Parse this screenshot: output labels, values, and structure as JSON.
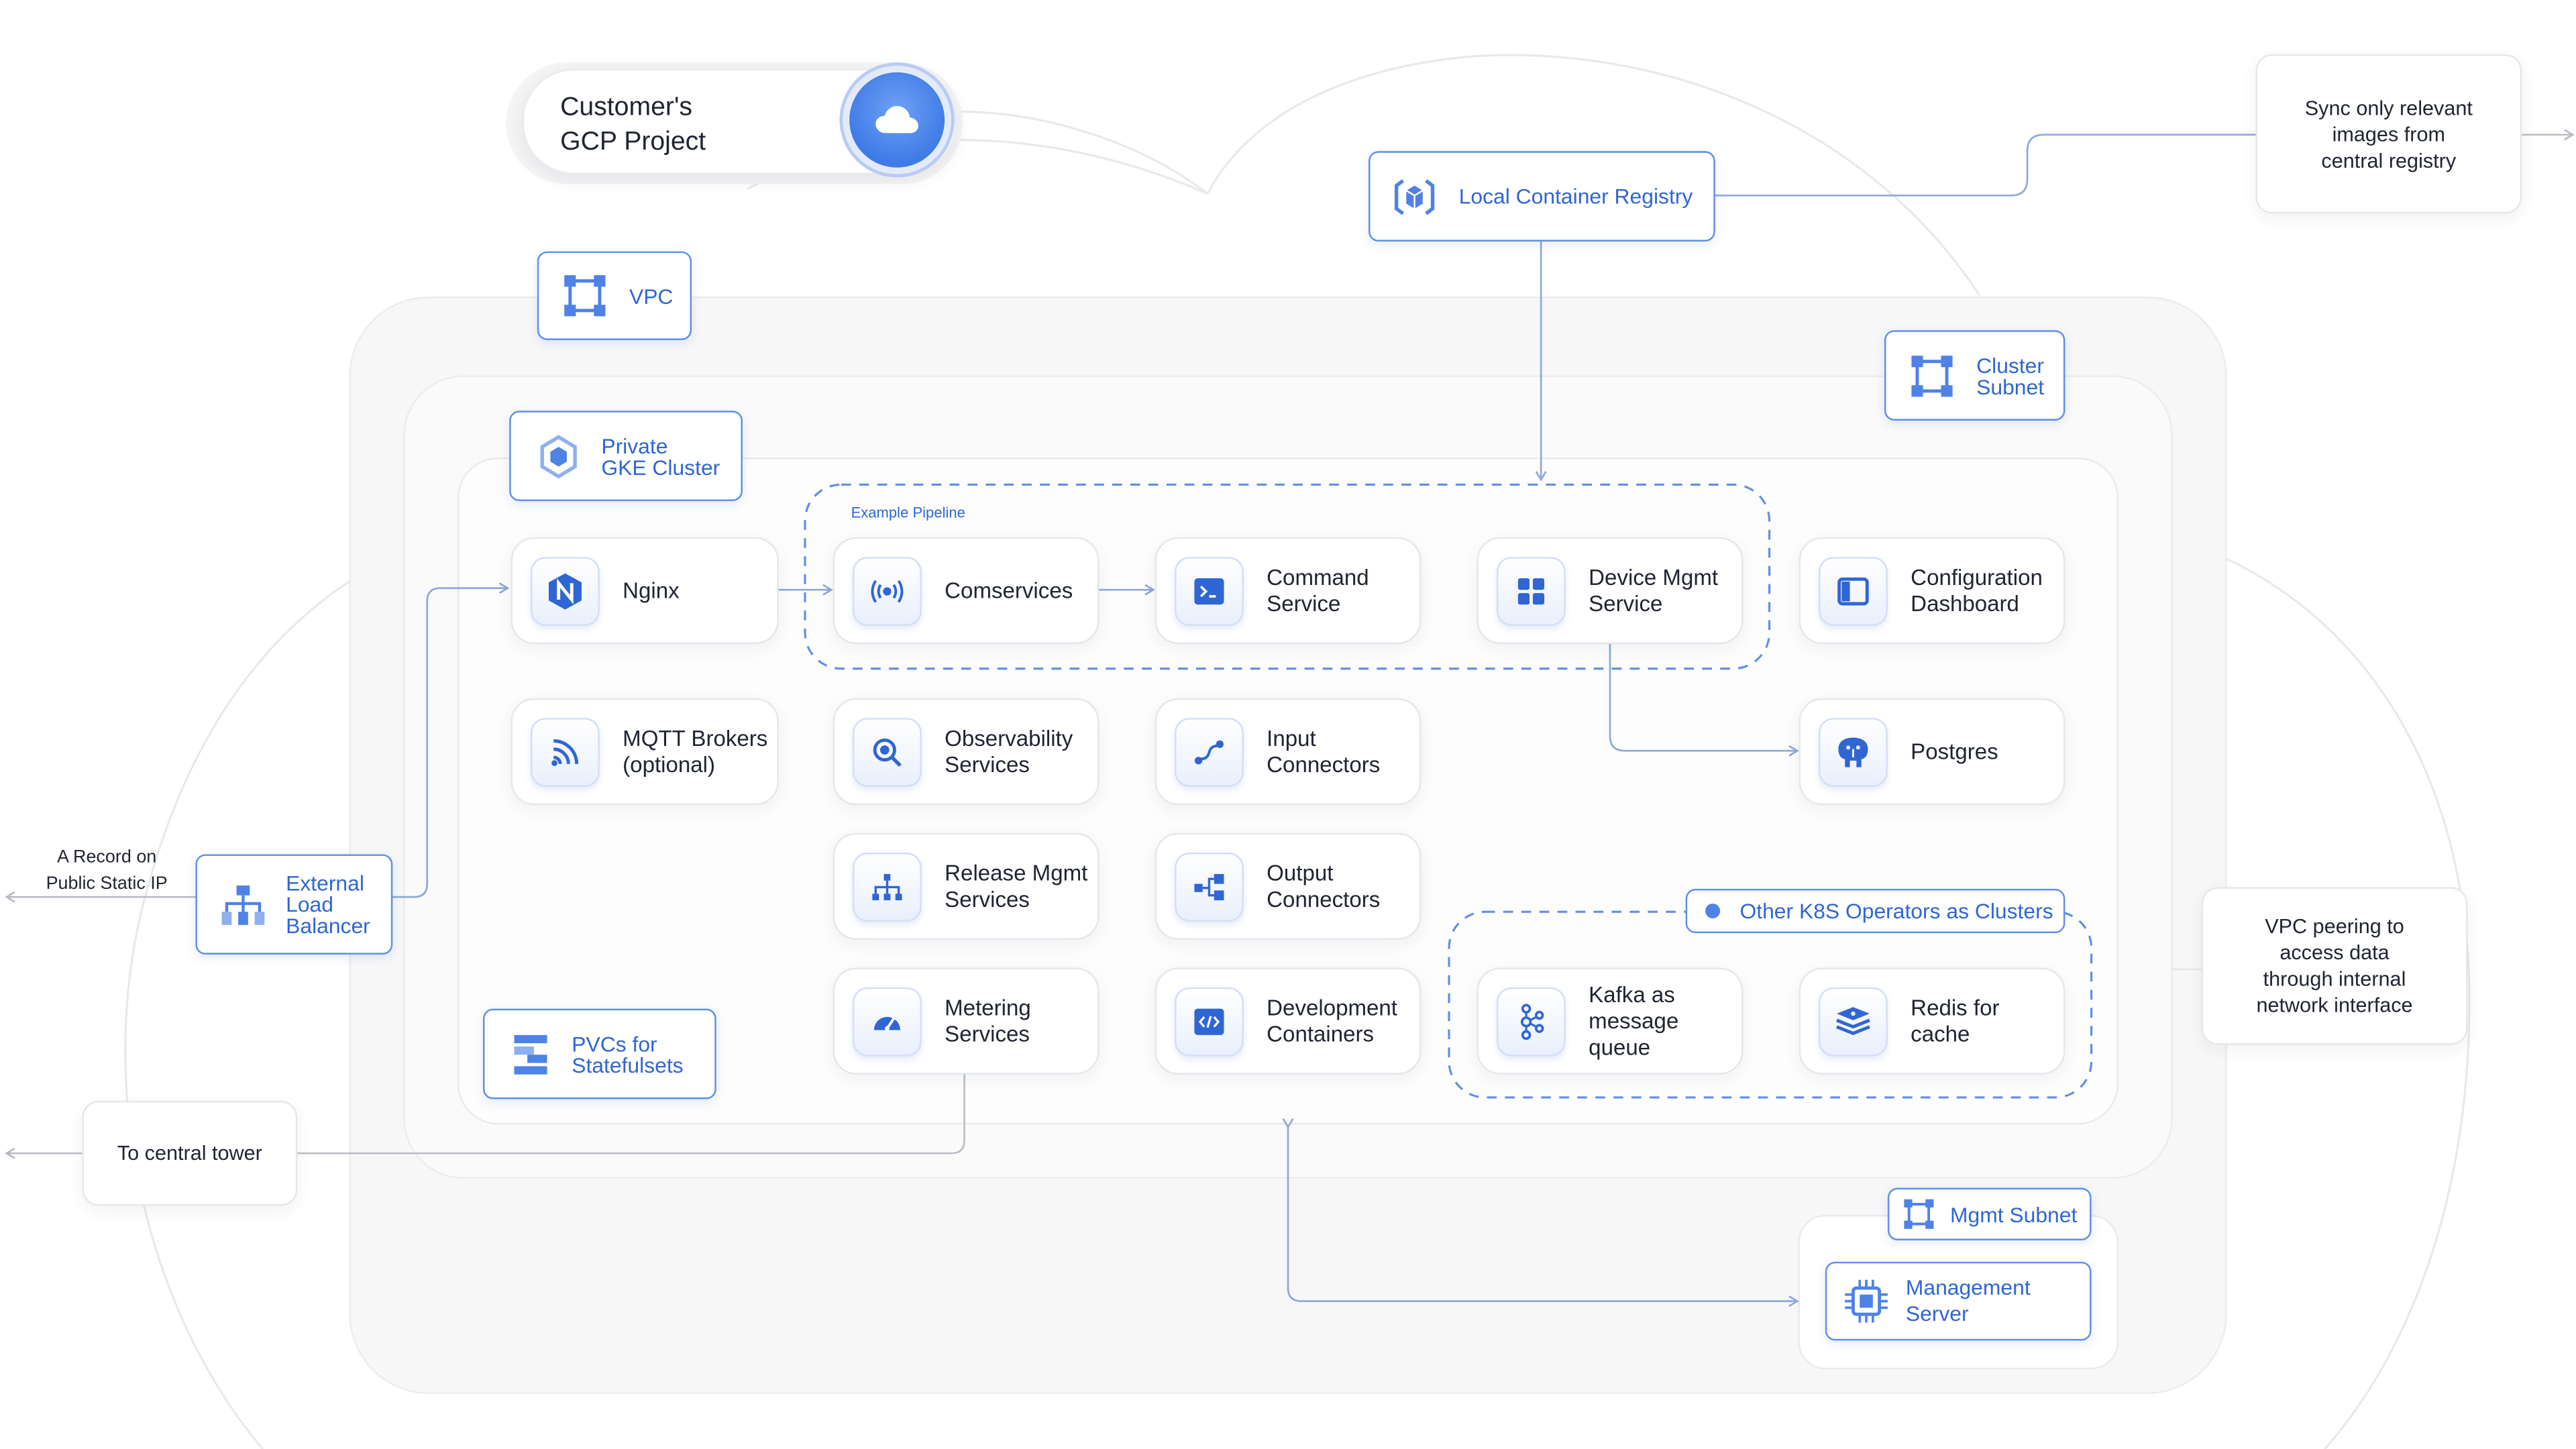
{
  "project": {
    "title": "Customer's\nGCP Project",
    "icon": "cloud-icon"
  },
  "labels": {
    "vpc": "VPC",
    "registry": "Local Container Registry",
    "cluster_subnet": "Cluster\nSubnet",
    "private_gke": "Private\nGKE Cluster",
    "example_pipeline": "Example Pipeline",
    "other_k8s": "Other K8S Operators as Clusters",
    "external_lb": "External\nLoad\nBalancer",
    "pvcs": "PVCs for\nStatefulsets",
    "mgmt_subnet": "Mgmt Subnet",
    "mgmt_server": "Management\nServer"
  },
  "notes": {
    "sync": "Sync only relevant\nimages from\ncentral registry",
    "peering": "VPC peering to\naccess data\nthrough internal\nnetwork interface",
    "tower": "To central tower",
    "a_record": "A Record on\nPublic Static IP"
  },
  "services": {
    "nginx": "Nginx",
    "comservices": "Comservices",
    "command": "Command\nService",
    "device": "Device Mgmt\nService",
    "config": "Configuration\nDashboard",
    "mqtt": "MQTT Brokers\n(optional)",
    "observability": "Observability\nServices",
    "input": "Input\nConnectors",
    "postgres": "Postgres",
    "release": "Release Mgmt\nServices",
    "output": "Output\nConnectors",
    "kafka": "Kafka as\nmessage queue",
    "redis": "Redis for\ncache",
    "metering": "Metering\nServices",
    "devcontainers": "Development\nContainers"
  },
  "colors": {
    "accent": "#2f66d4",
    "border_blue": "#5f8fe8",
    "container": "#f6f6f7",
    "line": "#8fa9d9"
  }
}
